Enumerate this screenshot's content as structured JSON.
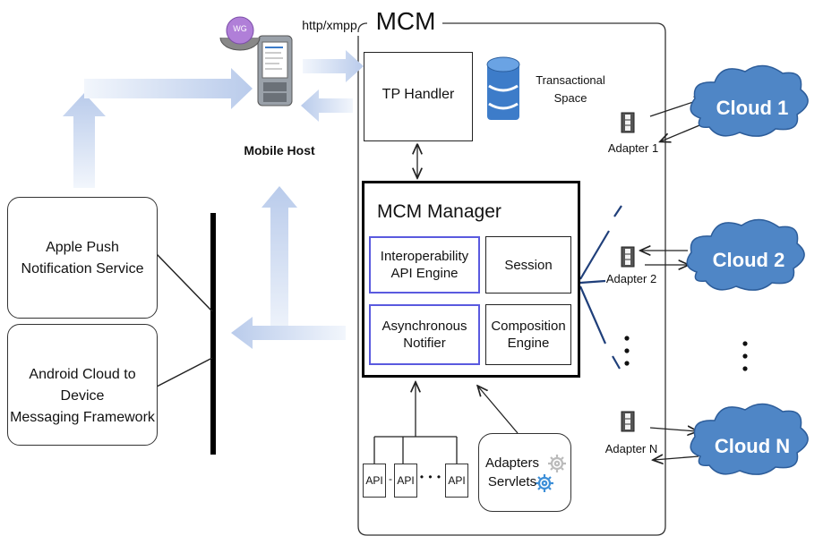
{
  "mcm": {
    "title": "MCM"
  },
  "protocol_label": "http/xmpp",
  "mobile_host": {
    "label": "Mobile Host",
    "badge": "WG"
  },
  "tp_handler": {
    "label": "TP Handler"
  },
  "transactional_space": {
    "label": "Transactional\nSpace"
  },
  "mcm_manager": {
    "title": "MCM Manager",
    "components": {
      "interop": "Interoperability\nAPI Engine",
      "session": "Session",
      "async": "Asynchronous\nNotifier",
      "composition": "Composition\nEngine"
    }
  },
  "services": {
    "apple": "Apple Push\nNotification Service",
    "android": "Android Cloud to\nDevice\nMessaging Framework"
  },
  "api": {
    "labels": [
      "API",
      "API",
      "API"
    ],
    "separator": "-",
    "ellipsis": "• • •"
  },
  "adapters_servlets": {
    "label": "Adapters\nServlets"
  },
  "adapters": [
    "Adapter 1",
    "Adapter 2",
    "Adapter N"
  ],
  "clouds": [
    "Cloud 1",
    "Cloud 2",
    "Cloud N"
  ],
  "colors": {
    "cloud_fill": "#4f86c6",
    "arrow_fill": "#c5d5ee",
    "mgr_border": "#000000",
    "comp_border": "#5a5adf"
  }
}
